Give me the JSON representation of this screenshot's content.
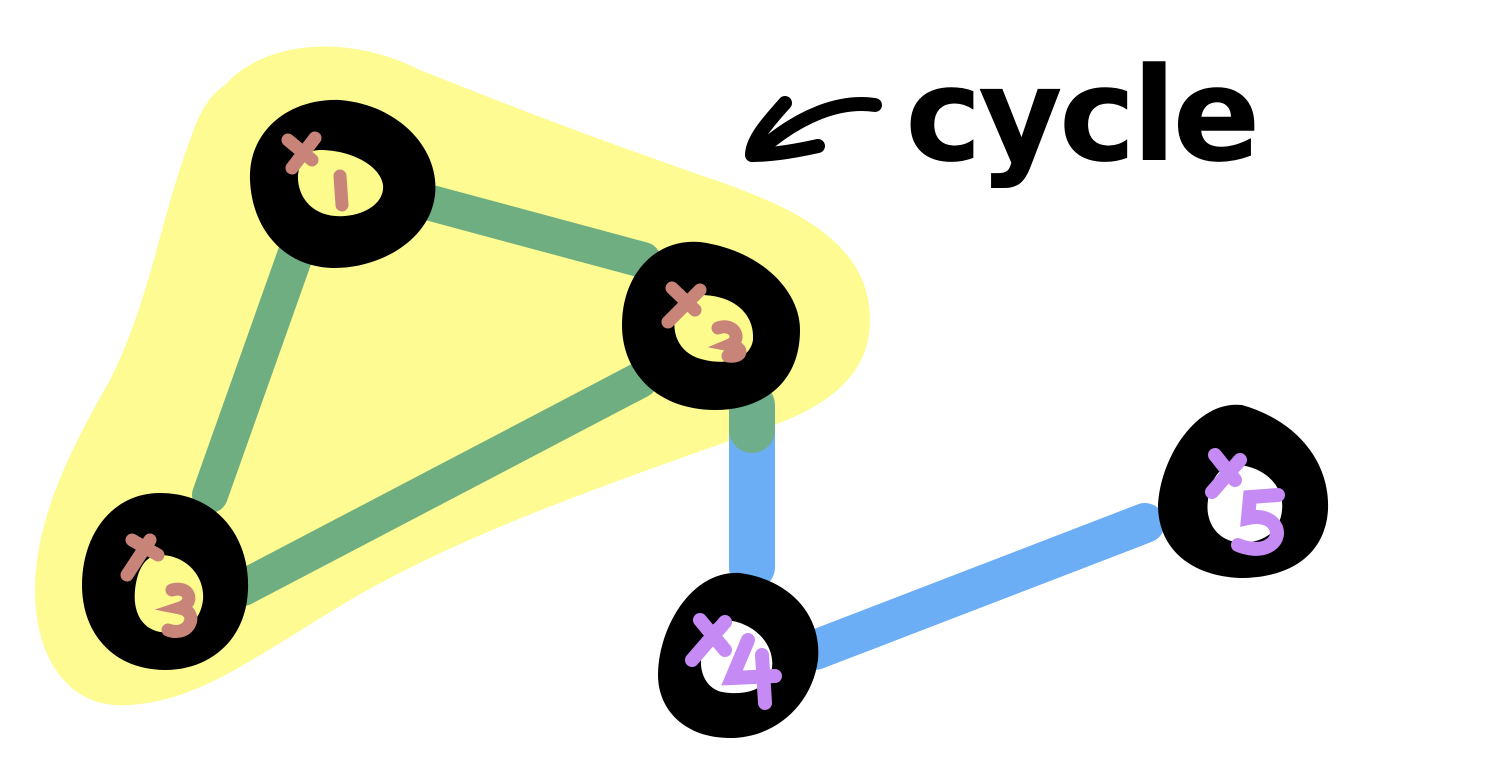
{
  "annotation": {
    "text": "cycle"
  },
  "colors": {
    "highlight": "#fdfb8c",
    "cycle_edge": "#6fae80",
    "other_edge": "#6caef5",
    "node_fill": "#000000",
    "cycle_label": "#c9847a",
    "other_label": "#c68af5",
    "annotation_ink": "#000000"
  },
  "nodes": [
    {
      "id": "x1",
      "label": "x",
      "subscript": "1",
      "in_cycle": true
    },
    {
      "id": "x2",
      "label": "x",
      "subscript": "2",
      "in_cycle": true
    },
    {
      "id": "x3",
      "label": "x",
      "subscript": "3",
      "in_cycle": true
    },
    {
      "id": "x4",
      "label": "x",
      "subscript": "4",
      "in_cycle": false
    },
    {
      "id": "x5",
      "label": "x",
      "subscript": "5",
      "in_cycle": false
    }
  ],
  "edges": [
    {
      "from": "x1",
      "to": "x2",
      "in_cycle": true
    },
    {
      "from": "x1",
      "to": "x3",
      "in_cycle": true
    },
    {
      "from": "x3",
      "to": "x2",
      "in_cycle": true
    },
    {
      "from": "x2",
      "to": "x4",
      "in_cycle": false
    },
    {
      "from": "x4",
      "to": "x5",
      "in_cycle": false
    }
  ]
}
